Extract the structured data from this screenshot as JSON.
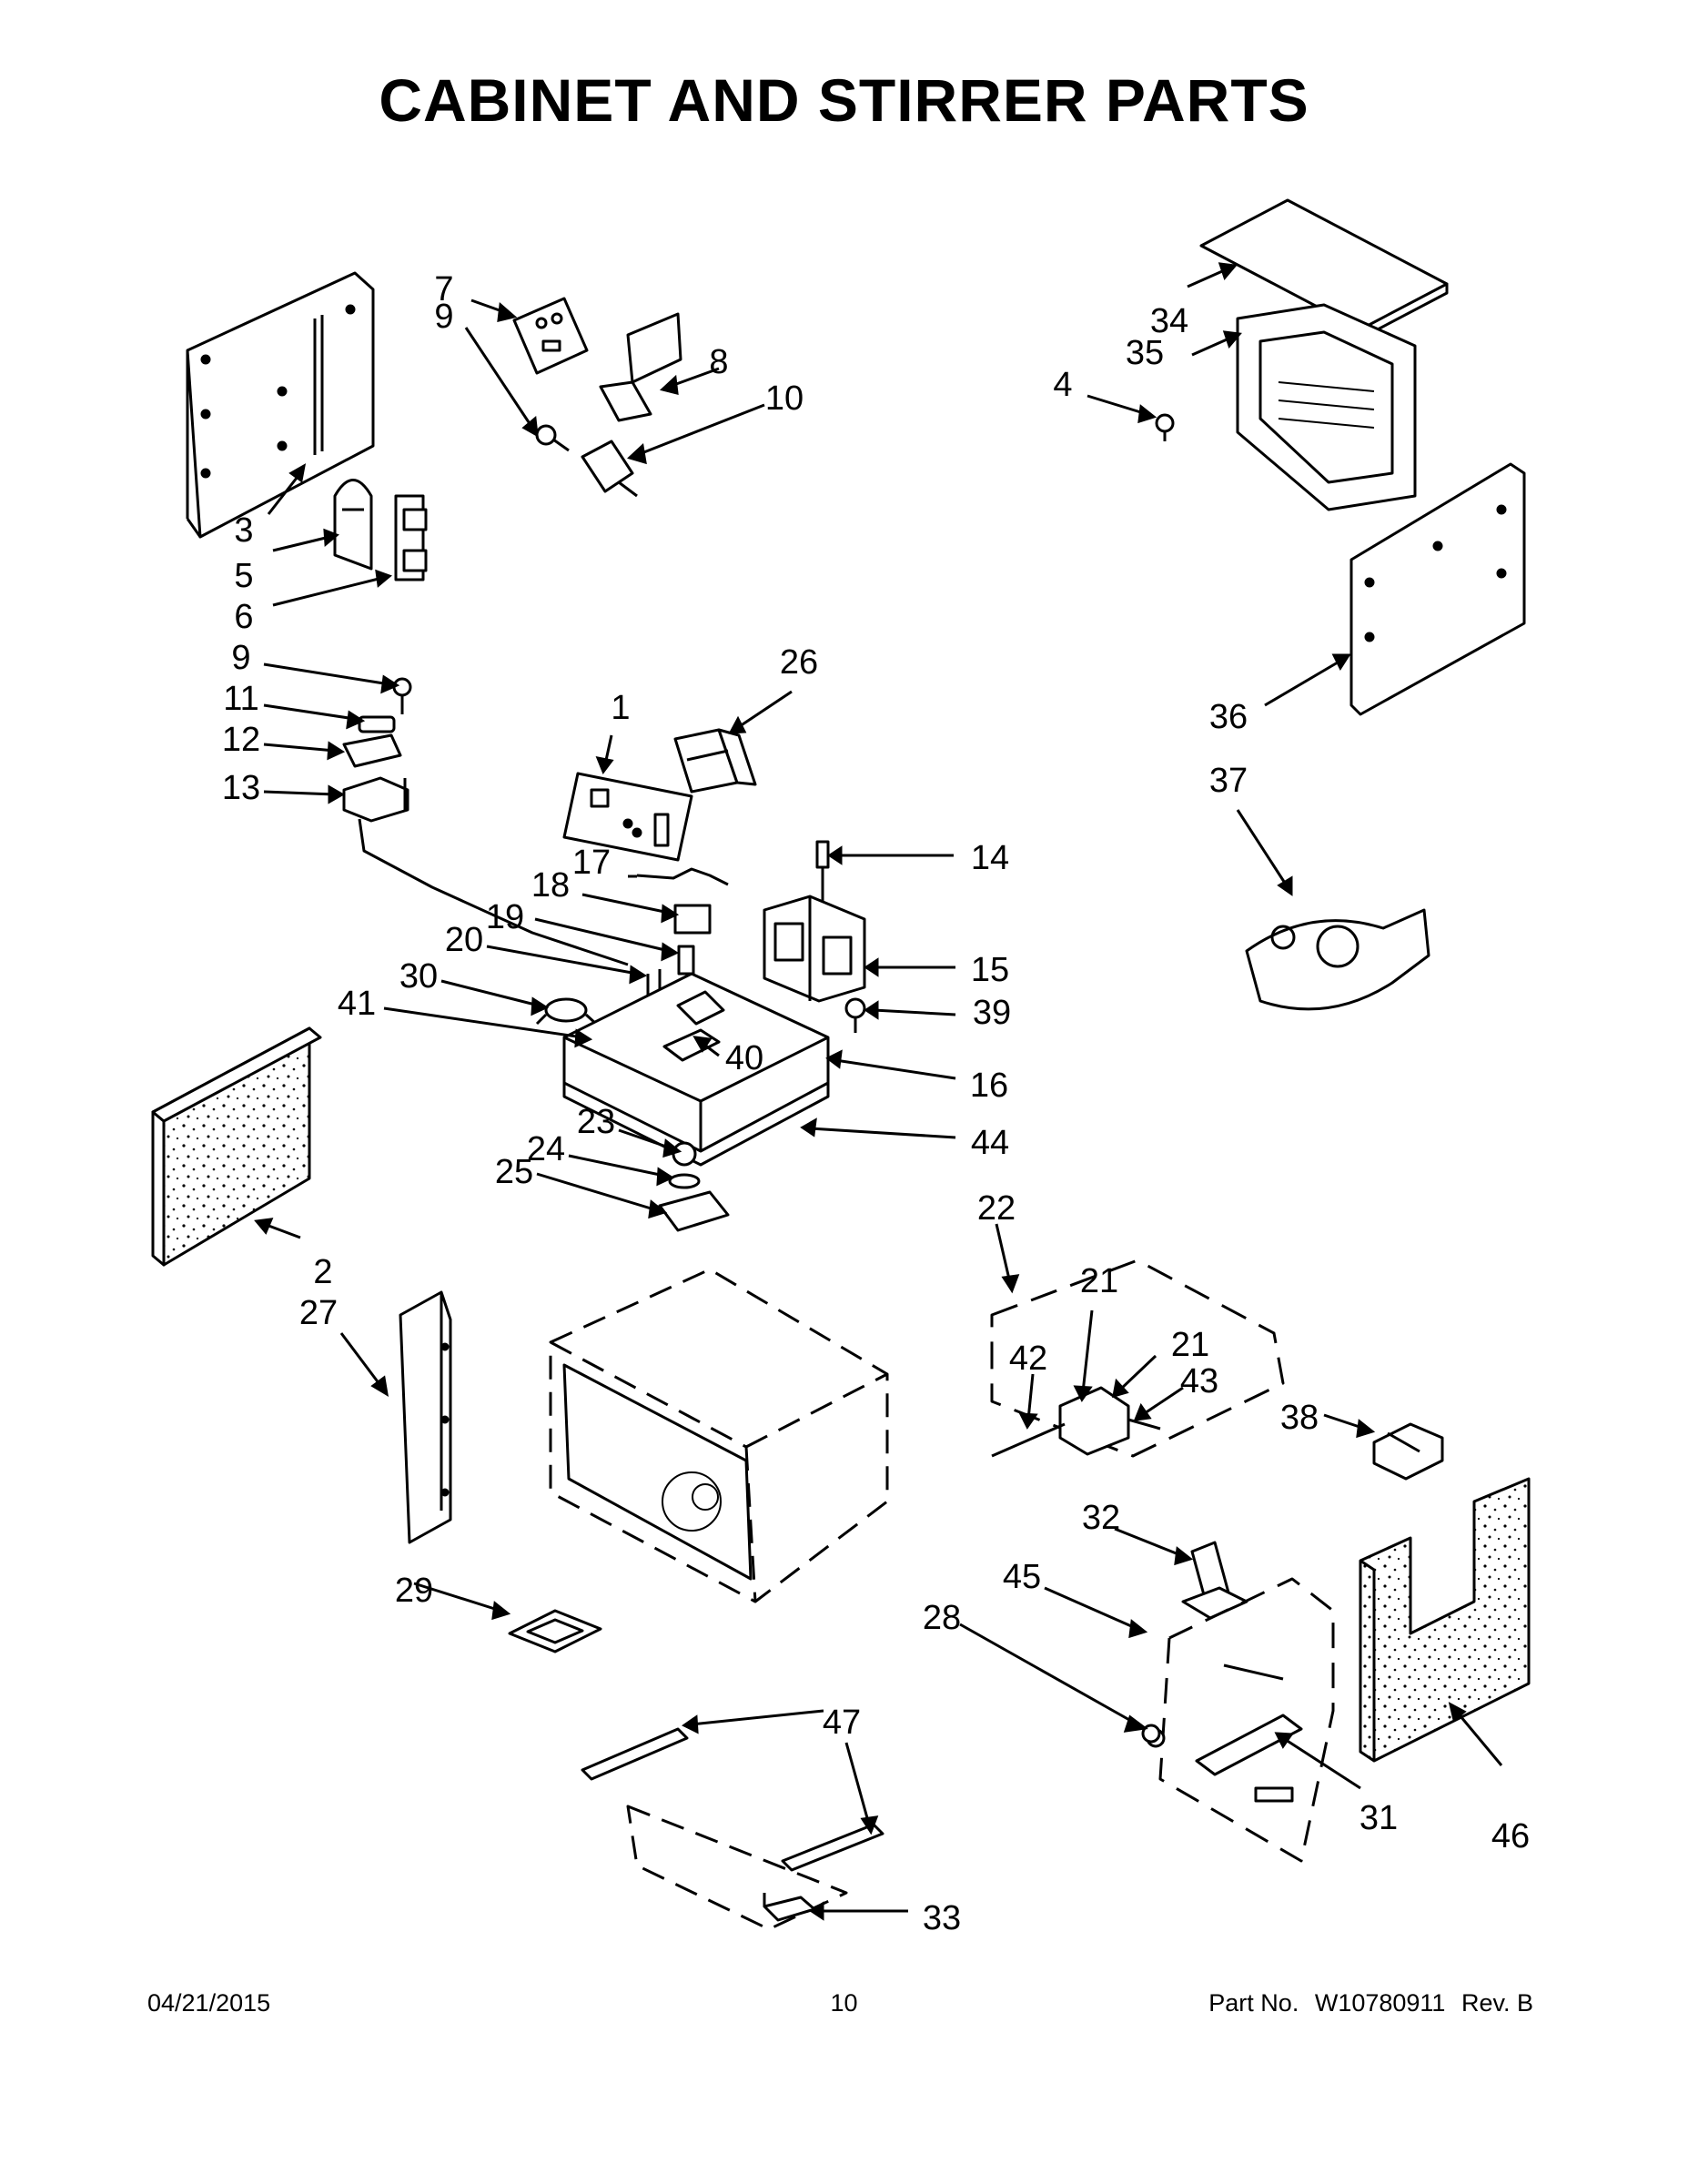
{
  "title": "CABINET AND STIRRER PARTS",
  "callouts": [
    "1",
    "2",
    "3",
    "4",
    "5",
    "6",
    "7",
    "8",
    "9",
    "9",
    "10",
    "11",
    "12",
    "13",
    "14",
    "15",
    "16",
    "17",
    "18",
    "19",
    "20",
    "21",
    "21",
    "22",
    "23",
    "24",
    "25",
    "26",
    "27",
    "28",
    "29",
    "30",
    "31",
    "32",
    "33",
    "34",
    "35",
    "36",
    "37",
    "38",
    "39",
    "40",
    "41",
    "42",
    "43",
    "44",
    "45",
    "46",
    "47"
  ],
  "footer": {
    "date": "04/21/2015",
    "page_number": "10",
    "part_label": "Part No.",
    "part_number": "W10780911",
    "revision": "Rev. B"
  }
}
